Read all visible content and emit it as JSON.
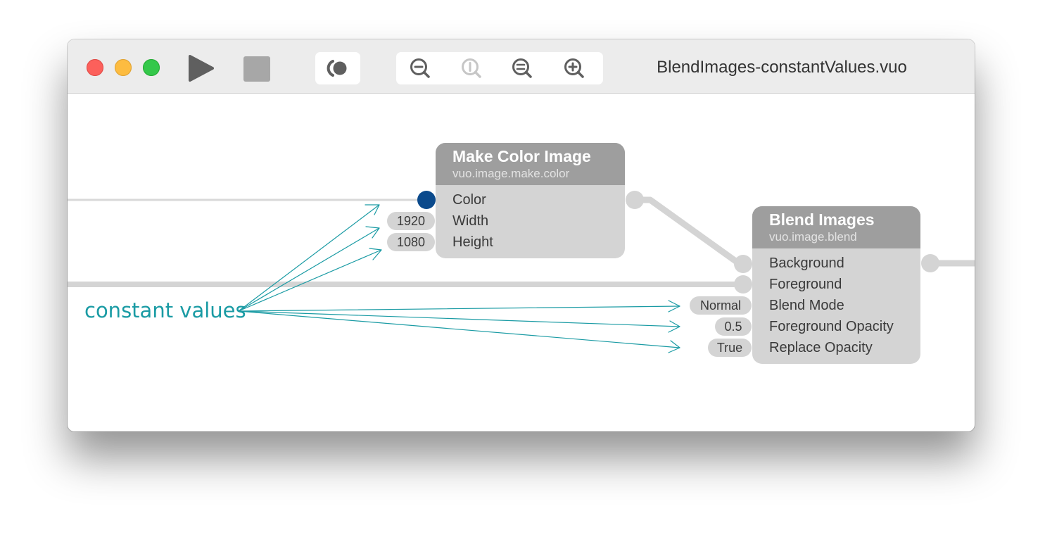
{
  "window": {
    "title": "BlendImages-constantValues.vuo"
  },
  "toolbar": {
    "icons": [
      "run-icon",
      "stop-icon",
      "show-events-icon",
      "zoom-out-icon",
      "zoom-actual-size-icon",
      "zoom-to-fit-icon",
      "zoom-in-icon"
    ]
  },
  "nodes": {
    "make_color_image": {
      "title": "Make Color Image",
      "class_name": "vuo.image.make.color",
      "ports": [
        "Color",
        "Width",
        "Height"
      ],
      "constants": {
        "width": "1920",
        "height": "1080"
      },
      "color_value": "#0b4a8c"
    },
    "blend_images": {
      "title": "Blend Images",
      "class_name": "vuo.image.blend",
      "ports": [
        "Background",
        "Foreground",
        "Blend Mode",
        "Foreground Opacity",
        "Replace Opacity"
      ],
      "constants": {
        "blend_mode": "Normal",
        "foreground_opacity": "0.5",
        "replace_opacity": "True"
      }
    }
  },
  "annotation": {
    "label": "constant values",
    "color": "#1a9ba4"
  },
  "colors": {
    "node_body": "#d4d4d4",
    "node_header": "#9e9e9e",
    "wire": "#d4d4d4",
    "close": "#fc605b",
    "minimize": "#fdbc40",
    "zoom": "#34c84a"
  }
}
